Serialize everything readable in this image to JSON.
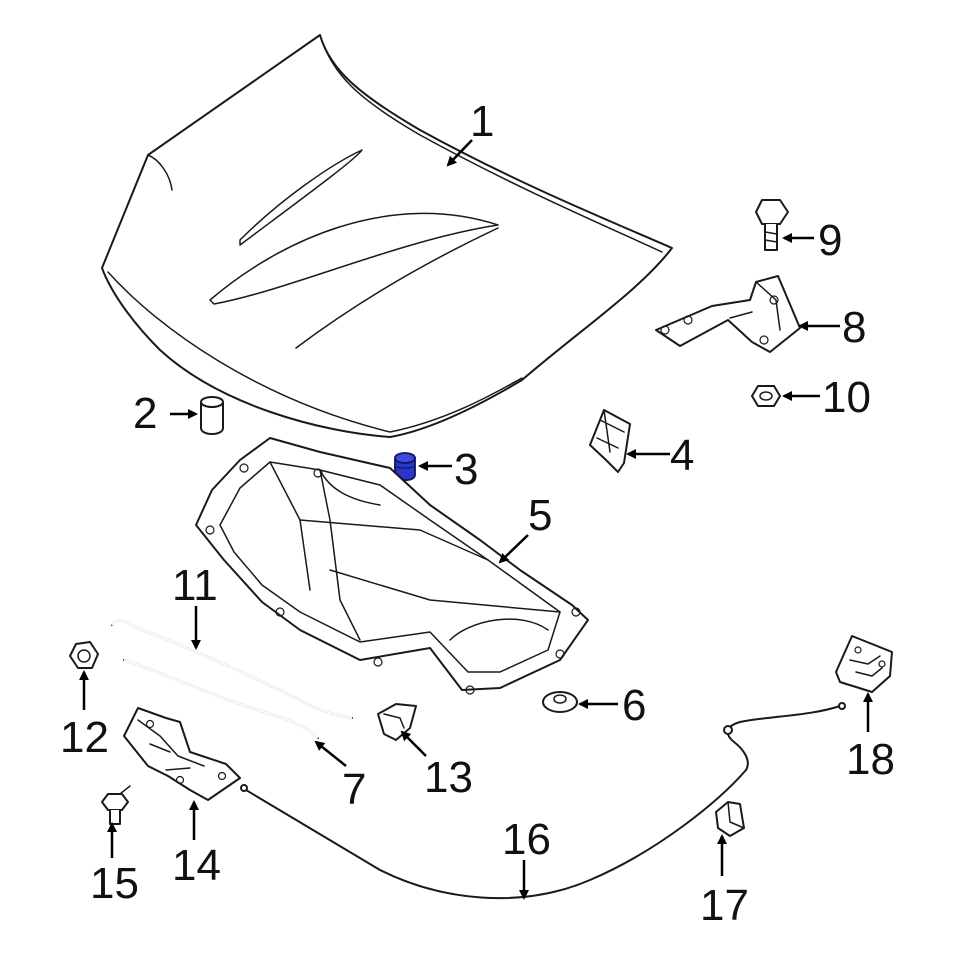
{
  "colors": {
    "line": "#1a1a1a",
    "highlight": "#2a36c8",
    "background": "#ffffff"
  },
  "highlighted_part": "3",
  "callouts": [
    {
      "key": "1",
      "text": "1"
    },
    {
      "key": "2",
      "text": "2"
    },
    {
      "key": "3",
      "text": "3"
    },
    {
      "key": "4",
      "text": "4"
    },
    {
      "key": "5",
      "text": "5"
    },
    {
      "key": "6",
      "text": "6"
    },
    {
      "key": "7",
      "text": "7"
    },
    {
      "key": "8",
      "text": "8"
    },
    {
      "key": "9",
      "text": "9"
    },
    {
      "key": "10",
      "text": "10"
    },
    {
      "key": "11",
      "text": "11"
    },
    {
      "key": "12",
      "text": "12"
    },
    {
      "key": "13",
      "text": "13"
    },
    {
      "key": "14",
      "text": "14"
    },
    {
      "key": "15",
      "text": "15"
    },
    {
      "key": "16",
      "text": "16"
    },
    {
      "key": "17",
      "text": "17"
    },
    {
      "key": "18",
      "text": "18"
    }
  ]
}
